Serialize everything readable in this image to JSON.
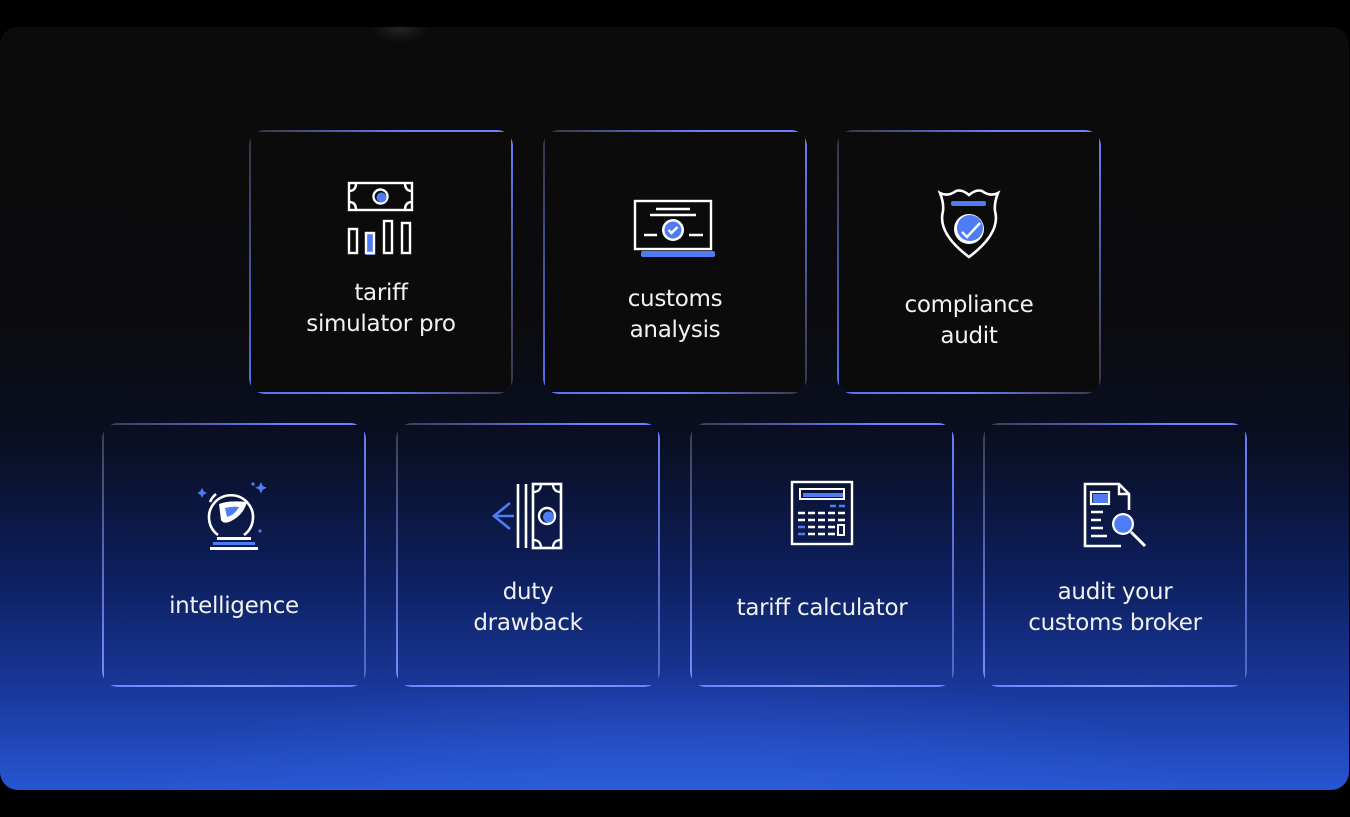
{
  "colors": {
    "accent": "#4f7cf5",
    "icon_stroke": "#ffffff",
    "label": "#f2f2f2",
    "card_border": "#6b7fff",
    "background_top": "#0b0b0c",
    "background_bottom": "#2756d2"
  },
  "cards": [
    {
      "label": "tariff\nsimulator pro",
      "icon": "money-bar-chart-icon"
    },
    {
      "label": "customs\nanalysis",
      "icon": "certificate-check-icon"
    },
    {
      "label": "compliance\naudit",
      "icon": "shield-check-icon"
    },
    {
      "label": "intelligence",
      "icon": "crystal-ball-icon"
    },
    {
      "label": "duty\ndrawback",
      "icon": "money-return-arrow-icon"
    },
    {
      "label": "tariff calculator",
      "icon": "calculator-icon"
    },
    {
      "label": "audit your\ncustoms broker",
      "icon": "document-search-icon"
    }
  ]
}
